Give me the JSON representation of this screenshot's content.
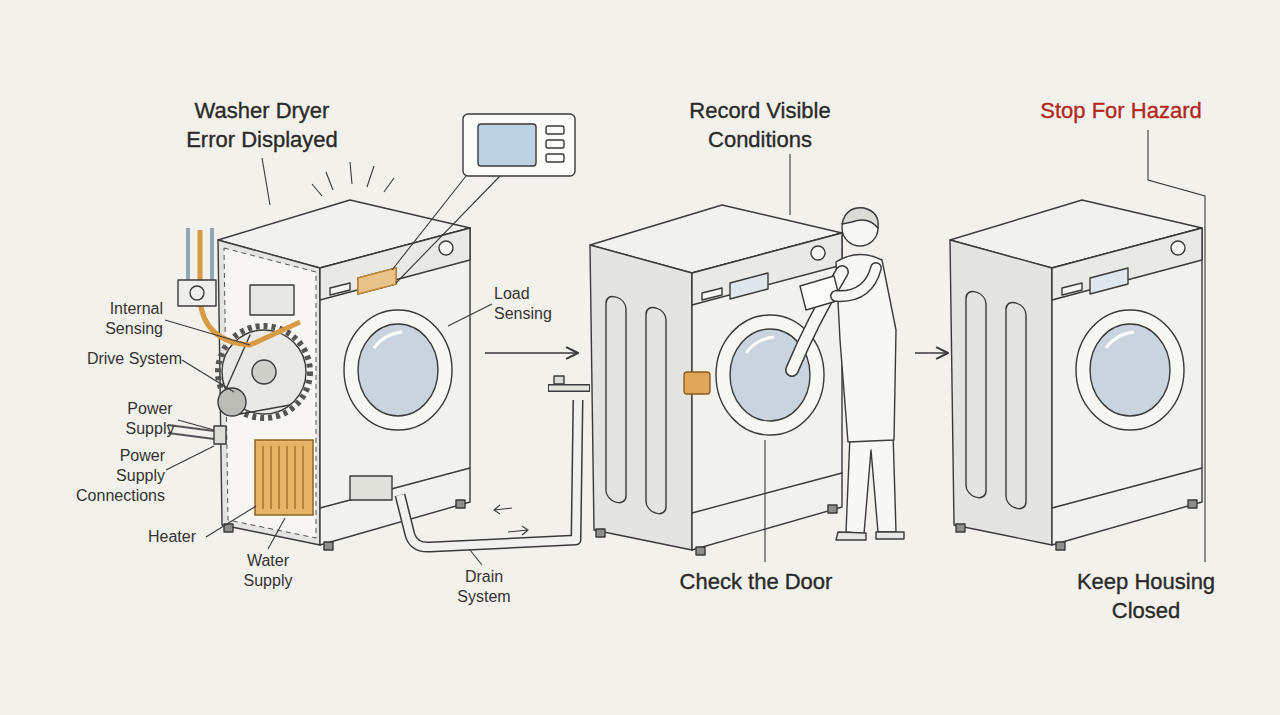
{
  "diagram": {
    "nodes": [
      {
        "text": [
          "Washer Dryer Error Displayed"
        ]
      },
      {
        "text": [
          "Record Visible Conditions",
          "Check the Door"
        ]
      },
      {
        "text": [
          "Stop For Hazard",
          "Keep Housing Closed"
        ]
      }
    ],
    "edges": [
      {
        "from": 0,
        "to": 1,
        "arrow": "to"
      },
      {
        "from": 1,
        "to": 2,
        "arrow": "to"
      }
    ],
    "labels": [
      "Internal Sensing",
      "Drive System",
      "Power Supply",
      "Power Supply Connections",
      "Heater",
      "Water Supply",
      "Load Sensing",
      "Drain System"
    ]
  }
}
